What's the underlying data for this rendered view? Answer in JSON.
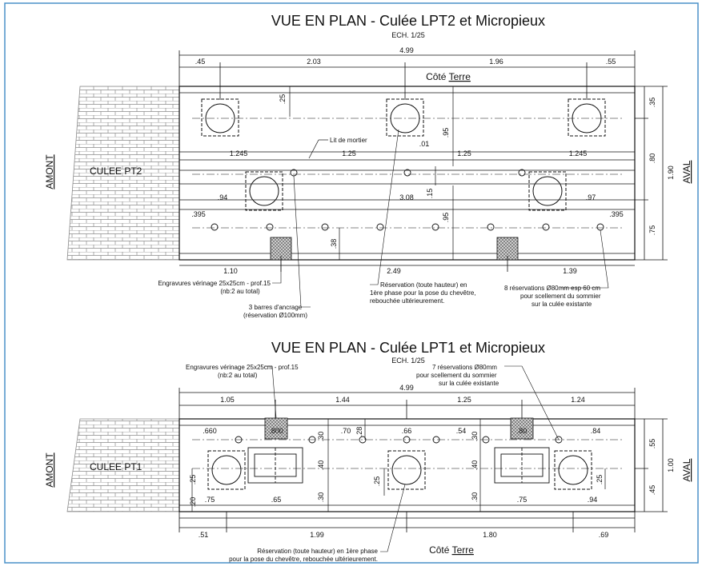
{
  "colors": {
    "border": "#4a90c8",
    "line": "#111111",
    "brick": "#8a8a8a",
    "hatch": "#555555"
  },
  "top": {
    "title": "VUE EN PLAN - Culée LPT2 et Micropieux",
    "scale": "ECH. 1/25",
    "side_label": "Côté Terre",
    "side_label_prefix": "Côté ",
    "side_label_word": "Terre",
    "left_label": "AMONT",
    "right_label": "AVAL",
    "culee_label": "CULEE PT2",
    "total_width": "4.99",
    "top_dims": [
      ".45",
      "2.03",
      "1.96",
      ".55"
    ],
    "row1_dims": [
      "1.245",
      "1.25",
      "1.25",
      "1.245"
    ],
    "mid_dims": [
      ".94",
      "3.08",
      ".97"
    ],
    "row2_dims": [
      ".395",
      ".395"
    ],
    "bottom_dims": [
      "1.10",
      "2.49",
      "1.39"
    ],
    "vert_dims": {
      "d25": ".25",
      "d95a": ".95",
      "d01": ".01",
      "d15": ".15",
      "d95b": ".95",
      "d38": ".38",
      "r35": ".35",
      "r80": ".80",
      "r75": ".75",
      "r190": "1.90"
    },
    "lit_mortier": "Lit de mortier",
    "notes": {
      "engravures_1": "Engravures vérinage 25x25cm - prof.15",
      "engravures_2": "(nb:2 au total)",
      "barres_1": "3 barres d'ancrage",
      "barres_2": "(réservation Ø100mm)",
      "reserv_1": "Réservation (toute hauteur) en",
      "reserv_2": "1ère phase pour la pose du chevêtre,",
      "reserv_3": "rebouchée ultérieurement.",
      "res8_1": "8 réservations Ø80mm esp 60 cm",
      "res8_2": "pour scellement du sommier",
      "res8_3": "sur la culée existante"
    }
  },
  "bottom": {
    "title": "VUE EN PLAN - Culée LPT1 et Micropieux",
    "scale": "ECH. 1/25",
    "side_label_prefix": "Côté ",
    "side_label_word": "Terre",
    "left_label": "AMONT",
    "right_label": "AVAL",
    "culee_label": "CULEE PT1",
    "total_width": "4.99",
    "top_dims": [
      "1.05",
      "1.44",
      "1.25",
      "1.24"
    ],
    "inner_dims": [
      ".660",
      ".800",
      ".70",
      ".66",
      ".54",
      ".80",
      ".84"
    ],
    "small_vert": {
      "v30a": ".30",
      "v28": ".28",
      "v30b": ".30",
      "v40a": ".40",
      "v40b": ".40",
      "v25a": ".25",
      "v25b": ".25",
      "v25c": ".25",
      "v20": ".20",
      "v30c": ".30",
      "v30d": ".30",
      "r55": ".55",
      "r45": ".45",
      "r100": "1.00"
    },
    "low_dims": [
      ".75",
      ".65",
      ".75",
      ".94"
    ],
    "bottom_dims": [
      ".51",
      "1.99",
      "1.80",
      ".69"
    ],
    "notes": {
      "engravures_1": "Engravures vérinage 25x25cm - prof.15",
      "engravures_2": "(nb:2 au total)",
      "res7_1": "7 réservations Ø80mm",
      "res7_2": "pour scellement du sommier",
      "res7_3": "sur la culée existante",
      "reserv_1": "Réservation (toute hauteur) en 1ère phase",
      "reserv_2": "pour la pose du chevêtre, rebouchée ultérieurement."
    }
  }
}
